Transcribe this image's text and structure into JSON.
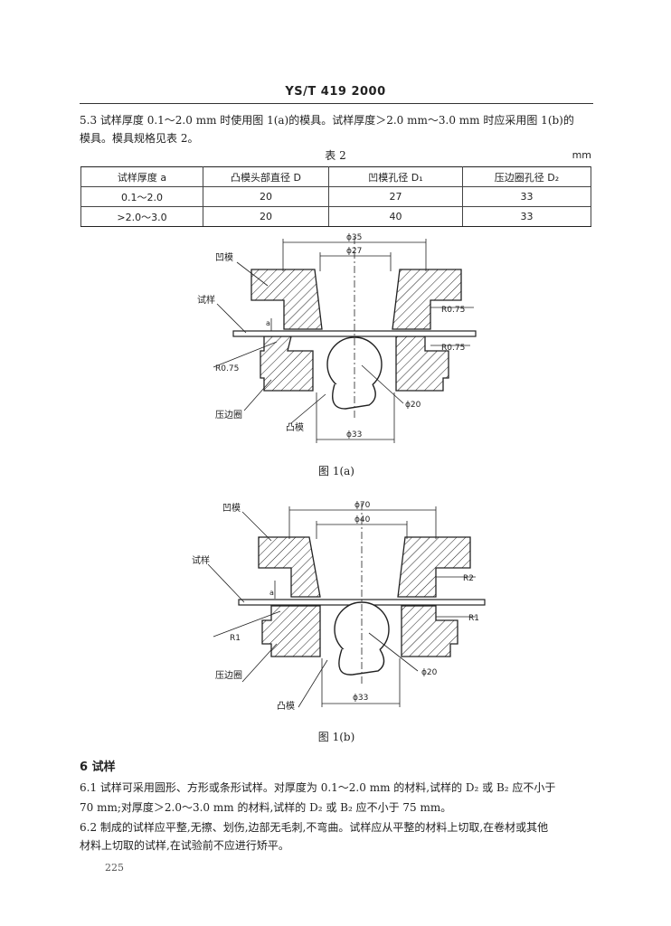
{
  "header": {
    "title": "YS/T 419   2000"
  },
  "section_5_3": {
    "line1": "5.3  试样厚度 0.1～2.0 mm 时使用图 1(a)的模具。试样厚度＞2.0 mm～3.0 mm 时应采用图 1(b)的",
    "line2": "模具。模具规格见表 2。"
  },
  "table2": {
    "caption": "表 2",
    "unit": "mm",
    "headers": [
      "试样厚度  a",
      "凸模头部直径  D",
      "凹模孔径  D₁",
      "压边圈孔径  D₂"
    ],
    "rows": [
      [
        "0.1～2.0",
        "20",
        "27",
        "33"
      ],
      [
        ">2.0～3.0",
        "20",
        "40",
        "33"
      ]
    ]
  },
  "figure_a": {
    "caption": "图 1(a)",
    "labels": {
      "die": "凹模",
      "specimen": "试样",
      "blank_holder": "压边圈",
      "punch": "凸模",
      "r_upper": "R0.75",
      "r_right": "R0.75",
      "r_left": "R0.75",
      "d_outer": "ϕ35",
      "d_inner": "ϕ27",
      "d_ball": "ϕ20",
      "d_bottom": "ϕ33",
      "thickness": "a"
    }
  },
  "figure_b": {
    "caption": "图 1(b)",
    "labels": {
      "die": "凹模",
      "specimen": "试样",
      "blank_holder": "压边圈",
      "punch": "凸模",
      "r_upper": "R2",
      "r_right": "R1",
      "r_left": "R1",
      "d_outer": "ϕ70",
      "d_inner": "ϕ40",
      "d_ball": "ϕ20",
      "d_bottom": "ϕ33",
      "thickness": "a"
    }
  },
  "section_6": {
    "title": "6  试样",
    "p6_1_line1": "6.1  试样可采用圆形、方形或条形试样。对厚度为 0.1～2.0 mm 的材料,试样的 D₂ 或 B₂ 应不小于",
    "p6_1_line2": "70 mm;对厚度＞2.0～3.0 mm 的材料,试样的 D₂ 或 B₂ 应不小于 75 mm。",
    "p6_2_line1": "6.2  制成的试样应平整,无擦、划伤,边部无毛刺,不弯曲。试样应从平整的材料上切取,在卷材或其他",
    "p6_2_line2": "材料上切取的试样,在试验前不应进行矫平。"
  },
  "page_number": "225"
}
